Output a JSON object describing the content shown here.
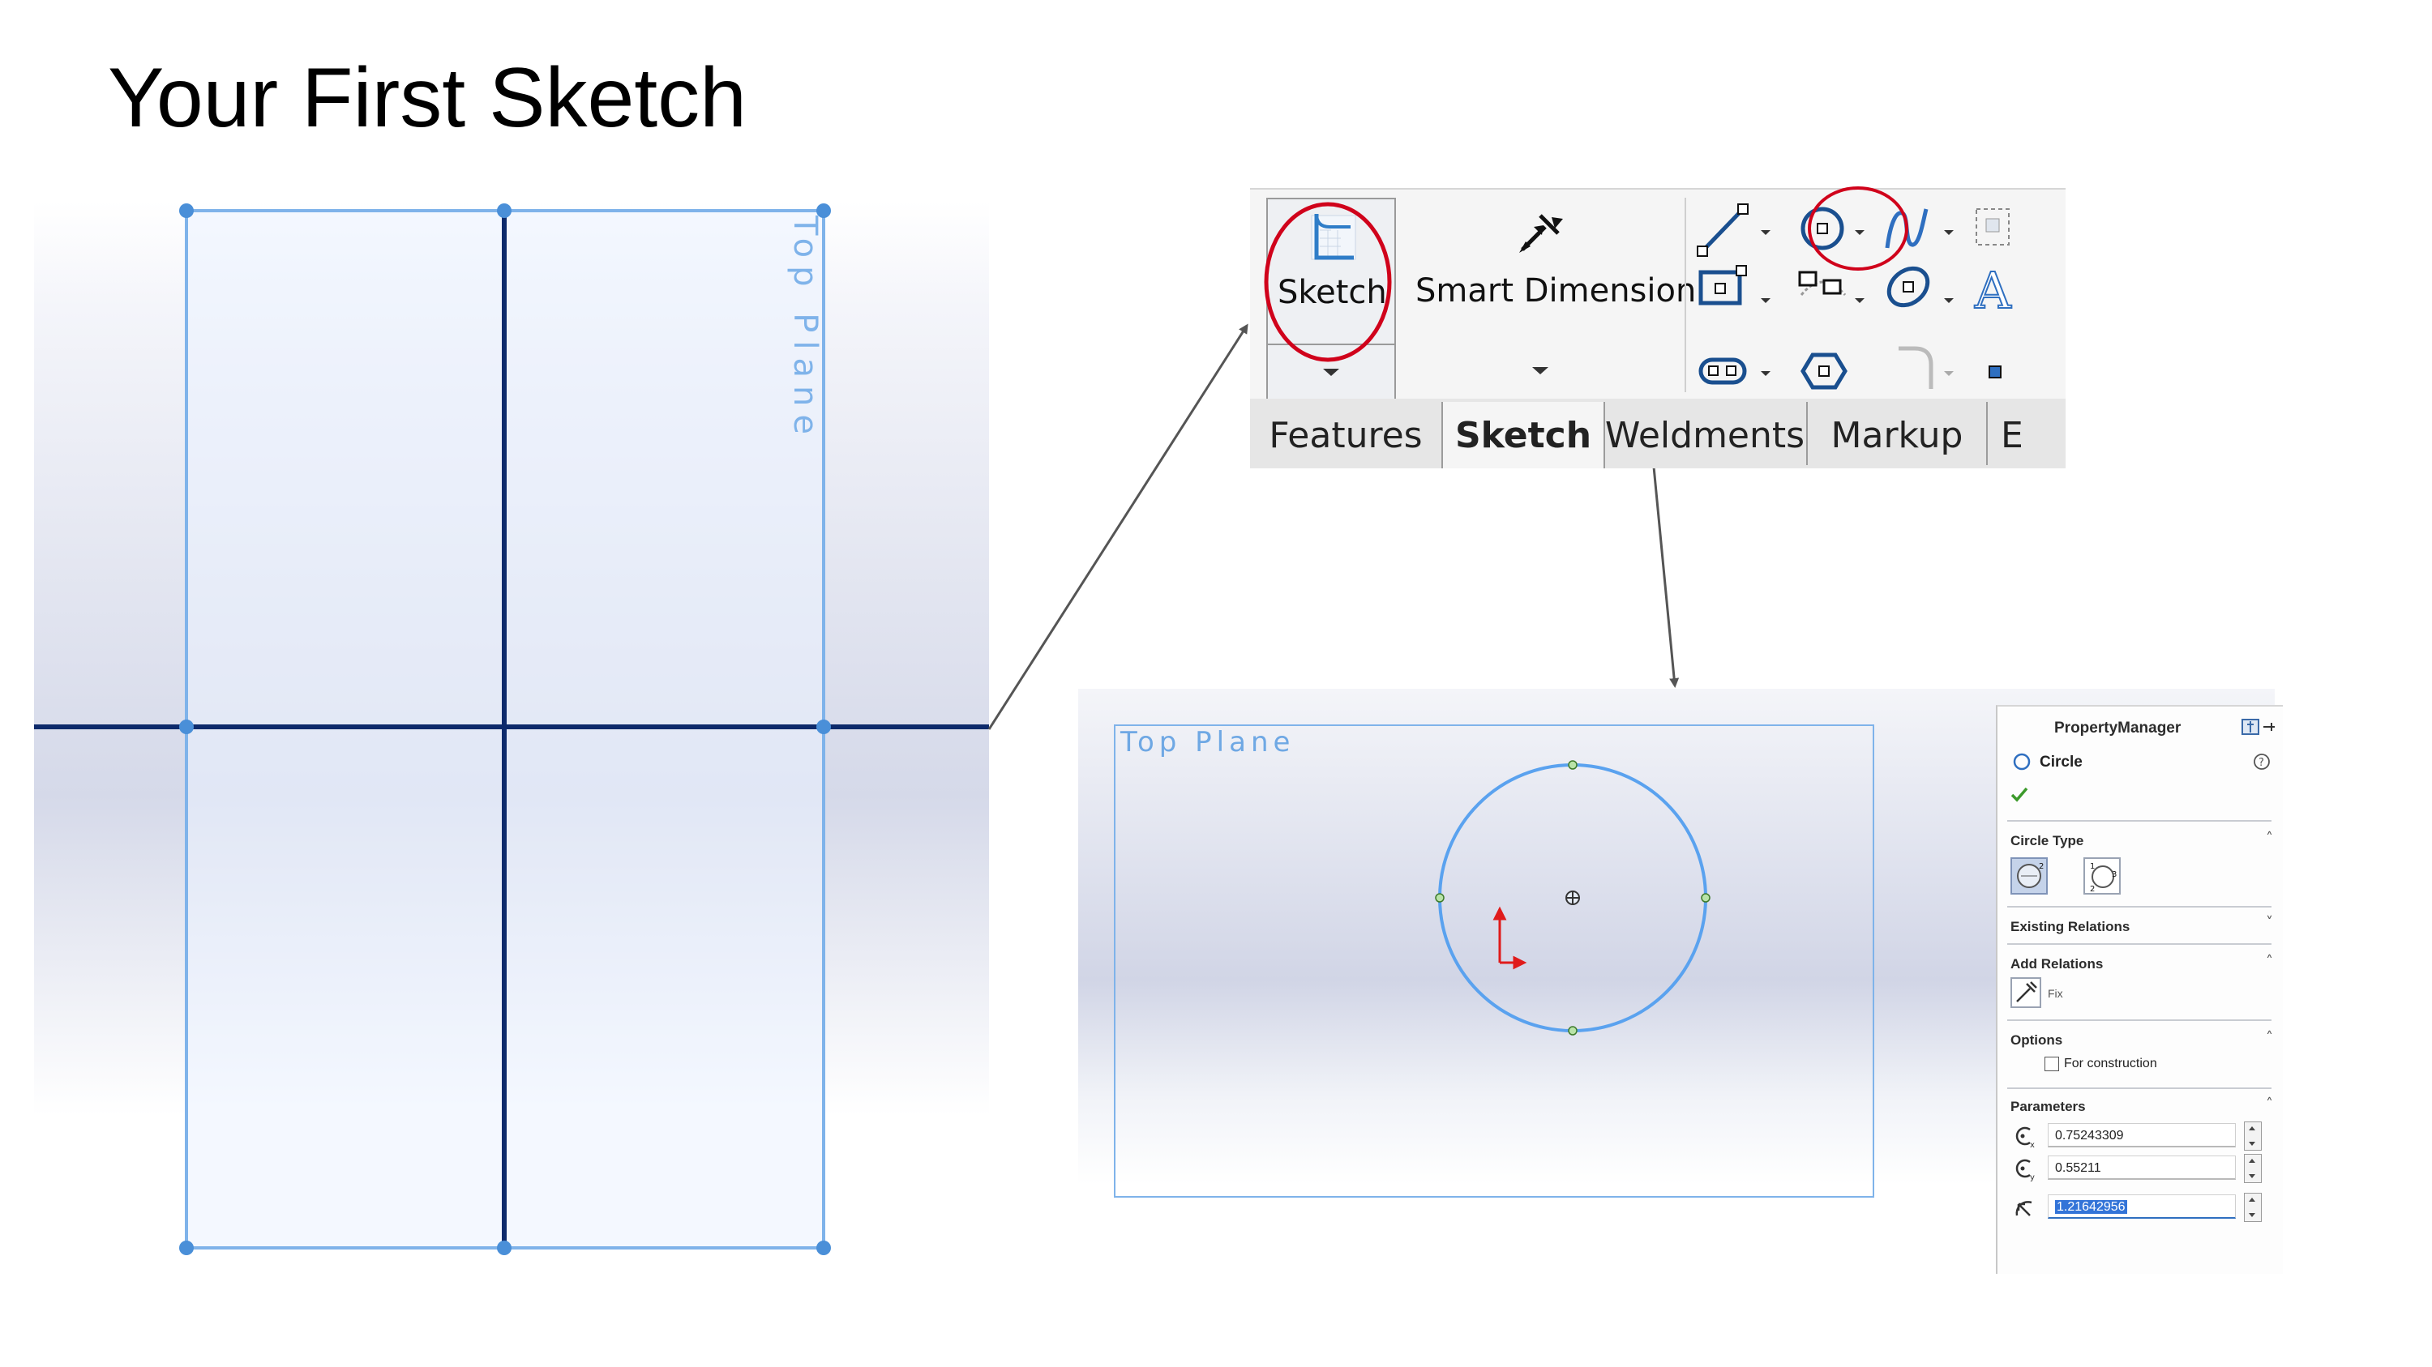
{
  "slide": {
    "title": "Your First Sketch"
  },
  "left_view": {
    "plane_label": "Top Plane"
  },
  "toolbar": {
    "sketch_label": "Sketch",
    "smart_dimension_label": "Smart Dimension",
    "tabs": [
      "Features",
      "Sketch",
      "Weldments",
      "Markup",
      "E"
    ],
    "active_tab": "Sketch",
    "highlighted_tools": [
      "Sketch",
      "Circle"
    ],
    "icons": [
      "sketch-icon",
      "smart-dimension-icon",
      "line-icon",
      "circle-icon",
      "spline-icon",
      "sketch-grid-icon",
      "rectangle-icon",
      "arc-icon",
      "ellipse-icon",
      "text-icon",
      "slot-icon",
      "polygon-icon",
      "fillet-icon",
      "point-icon"
    ]
  },
  "right_view": {
    "plane_label": "Top Plane"
  },
  "property_manager": {
    "title": "PropertyManager",
    "feature": "Circle",
    "sections": {
      "circle_type": "Circle Type",
      "existing_relations": "Existing Relations",
      "add_relations": "Add Relations",
      "fix_label": "Fix",
      "options": "Options",
      "for_construction": "For construction",
      "parameters": "Parameters"
    },
    "for_construction_checked": false,
    "params": {
      "x": "0.75243309",
      "y": "0.55211",
      "radius": "1.21642956"
    },
    "circle_type_labels": [
      "1",
      "2",
      "3"
    ]
  },
  "colors": {
    "highlight_ring": "#d0021b",
    "plane_edge": "#7fb3ea",
    "axis": "#0d2a6b",
    "selection": "#3374d8",
    "arrow": "#555555"
  }
}
